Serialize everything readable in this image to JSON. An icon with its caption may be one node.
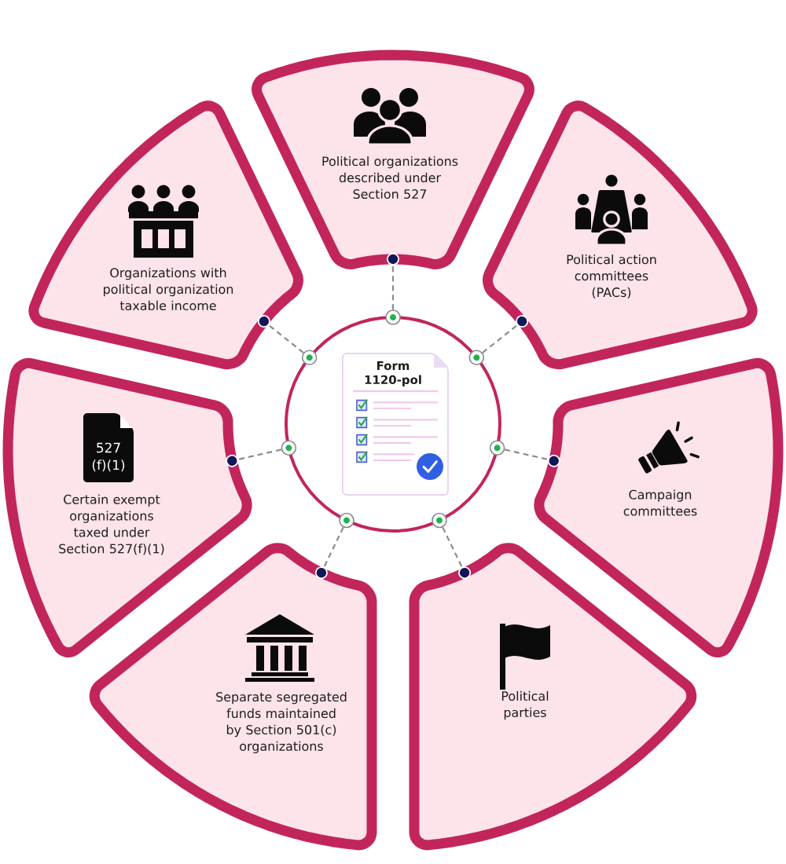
{
  "diagram": {
    "nodes": [
      {
        "text": [],
        "shape": "circle"
      },
      {
        "text": [
          "Form 1120-pol"
        ],
        "in": 0
      },
      {
        "text": [
          "Political organizations described under Section 527"
        ]
      },
      {
        "text": [
          "Political action committees (PACs)"
        ]
      },
      {
        "text": [
          "Campaign committees"
        ]
      },
      {
        "text": [
          "Political parties"
        ]
      },
      {
        "text": [
          "Separate segregated funds maintained by Section 501(c) organizations"
        ]
      },
      {
        "text": [
          "527 (f)(1)",
          "Certain exempt organizations taxed under Section 527(f)(1)"
        ]
      },
      {
        "text": [
          "Organizations with political organization taxable income"
        ]
      },
      {
        "text": [],
        "shape": "circle"
      },
      {
        "text": [],
        "shape": "circle"
      },
      {
        "text": [],
        "shape": "circle"
      },
      {
        "text": [],
        "shape": "circle"
      },
      {
        "text": [],
        "shape": "circle"
      },
      {
        "text": [],
        "shape": "circle"
      },
      {
        "text": [],
        "shape": "circle"
      }
    ],
    "edges": [
      {
        "from": 9,
        "to": 2,
        "arrow": "other",
        "style": "dashed"
      },
      {
        "from": 10,
        "to": 3,
        "arrow": "other",
        "style": "dashed"
      },
      {
        "from": 11,
        "to": 4,
        "arrow": "other",
        "style": "dashed"
      },
      {
        "from": 12,
        "to": 5,
        "arrow": "other",
        "style": "dashed"
      },
      {
        "from": 13,
        "to": 6,
        "arrow": "other",
        "style": "dashed"
      },
      {
        "from": 14,
        "to": 7,
        "arrow": "other",
        "style": "dashed"
      },
      {
        "from": 15,
        "to": 8,
        "arrow": "other",
        "style": "dashed"
      }
    ]
  }
}
